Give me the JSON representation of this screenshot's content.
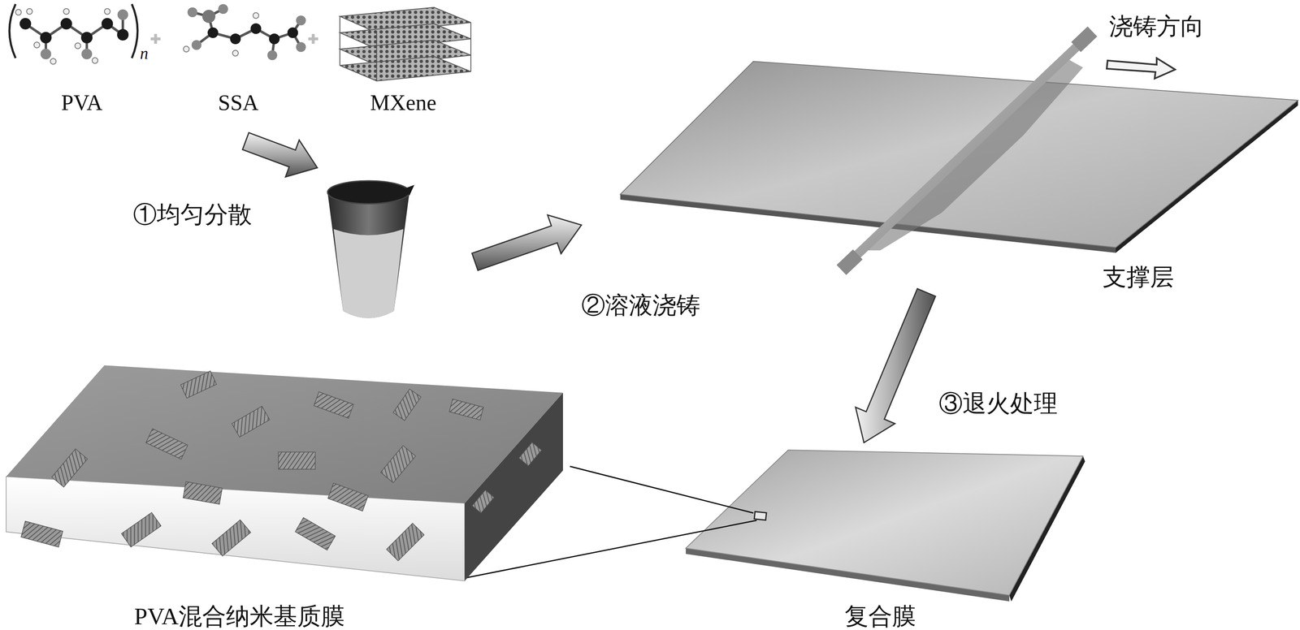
{
  "diagram": {
    "nodes": [
      {
        "text": [
          "支撑层"
        ]
      },
      {
        "text": [
          "复合膜"
        ]
      },
      {
        "text": [
          "PVA混合纳米基质膜"
        ]
      }
    ],
    "edges": [
      {
        "from": 0,
        "to": 1,
        "arrow": "to",
        "label": "③退火处理"
      }
    ],
    "labels": [
      "n",
      "PVA",
      "SSA",
      "MXene",
      "①均匀分散",
      "②溶液浇铸",
      "浇铸方向"
    ]
  }
}
